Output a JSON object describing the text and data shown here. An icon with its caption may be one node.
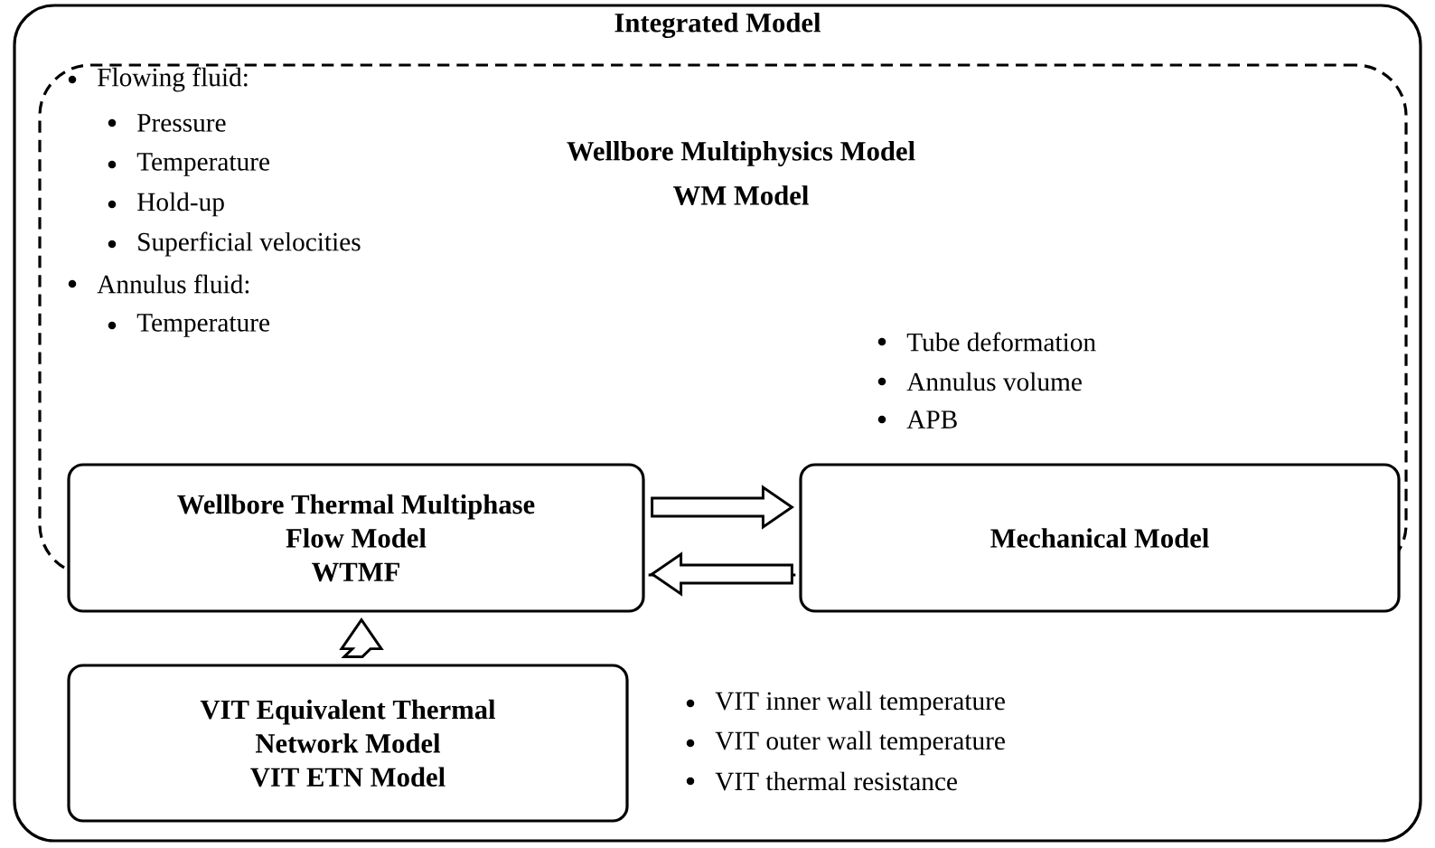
{
  "diagram": {
    "nodes": [
      {
        "text": [
          "Integrated Model"
        ]
      },
      {
        "text": [
          "Wellbore Multiphysics Model",
          "WM Model"
        ],
        "in": 0
      },
      {
        "text": [
          "Wellbore Thermal Multiphase Flow Model",
          "WTMF"
        ],
        "in": 0
      },
      {
        "text": [
          "Mechanical Model"
        ],
        "in": 0
      },
      {
        "text": [
          "VIT Equivalent Thermal Network Model",
          "VIT ETN Model"
        ],
        "in": 0
      }
    ],
    "edges": [
      {
        "from": 2,
        "to": 3,
        "arrow": "to"
      },
      {
        "from": 3,
        "to": 2,
        "arrow": "to"
      },
      {
        "from": 4,
        "to": 2,
        "arrow": "to"
      }
    ],
    "labels": [
      "Flowing fluid:",
      "Pressure",
      "Temperature",
      "Hold-up",
      "Superficial velocities",
      "Annulus fluid:",
      "Temperature",
      "Tube deformation",
      "Annulus volume",
      "APB",
      "VIT inner wall temperature",
      "VIT outer wall temperature",
      "VIT thermal resistance"
    ]
  }
}
